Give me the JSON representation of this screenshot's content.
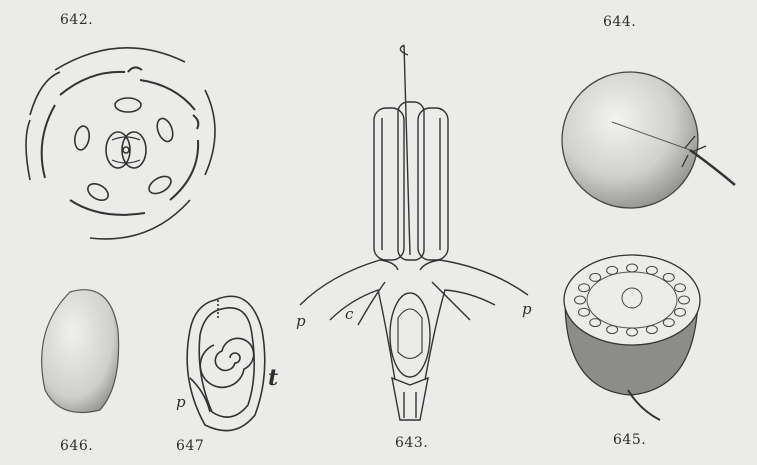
{
  "figures": [
    {
      "number": "642."
    },
    {
      "number": "643."
    },
    {
      "number": "644."
    },
    {
      "number": "645."
    },
    {
      "number": "646."
    },
    {
      "number": "647"
    }
  ],
  "letters": {
    "fig643_left_p": "p",
    "fig643_c": "c",
    "fig643_right_p": "p",
    "fig647_p": "p",
    "fig647_t": "t"
  }
}
